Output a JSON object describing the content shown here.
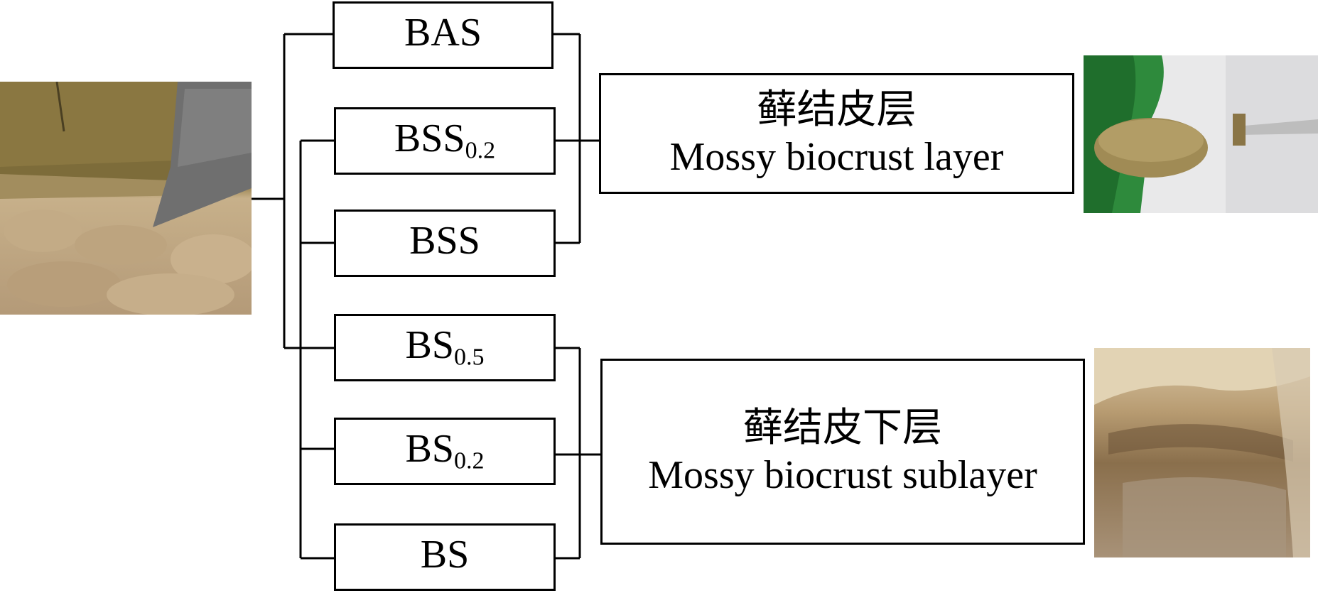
{
  "samples": [
    {
      "base": "BAS",
      "sub": ""
    },
    {
      "base": "BSS",
      "sub": "0.2"
    },
    {
      "base": "BSS",
      "sub": ""
    },
    {
      "base": "BS",
      "sub": "0.5"
    },
    {
      "base": "BS",
      "sub": "0.2"
    },
    {
      "base": "BS",
      "sub": ""
    }
  ],
  "layers": {
    "crust": {
      "zh": "藓结皮层",
      "en": "Mossy biocrust layer"
    },
    "sub": {
      "zh": "藓结皮下层",
      "en": "Mossy biocrust sublayer"
    }
  },
  "photos": {
    "field": "field-soil-with-moss-crust-photo",
    "crust": "crust-sample-held-with-gloved-hand-photo",
    "sub": "soil-profile-pit-photo"
  }
}
